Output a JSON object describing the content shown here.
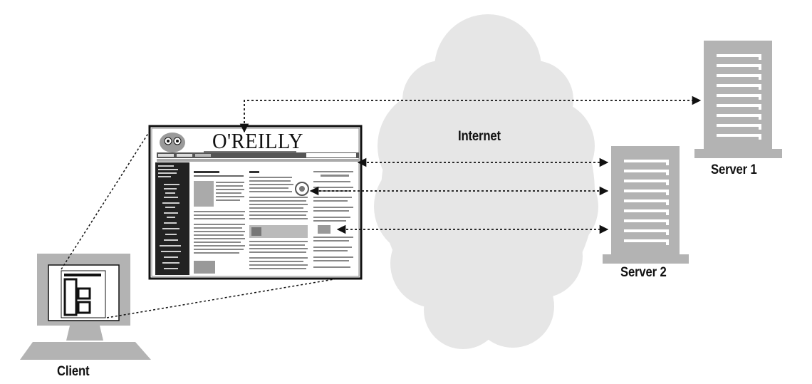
{
  "labels": {
    "internet": "Internet",
    "server1": "Server 1",
    "server2": "Server 2",
    "client": "Client",
    "webpage_logo": "O'REILLY"
  },
  "colors": {
    "cloud_fill": "#e6e6e6",
    "server_fill": "#b3b3b3",
    "outline": "#111111",
    "page_dark": "#222222",
    "page_bar": "#8a8a8a"
  },
  "icons": [
    "cloud-icon",
    "server-icon",
    "client-monitor-icon",
    "webpage-screenshot"
  ]
}
